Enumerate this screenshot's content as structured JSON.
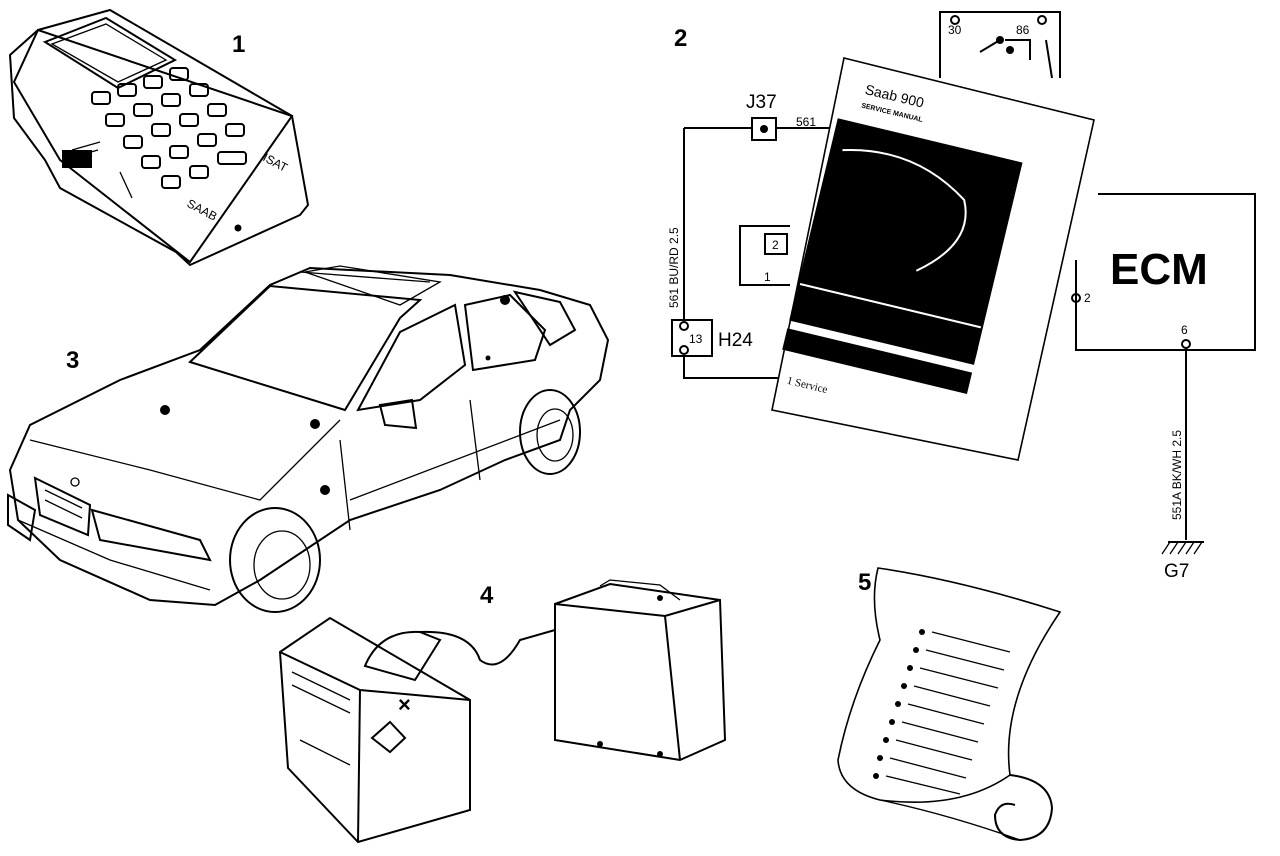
{
  "callouts": {
    "c1": "1",
    "c2": "2",
    "c3": "3",
    "c4": "4",
    "c5": "5"
  },
  "tester": {
    "screen_brand": "SAAB",
    "model": "ISAT"
  },
  "wiring": {
    "connector_j37": "J37",
    "wire_561": "561",
    "wire_561_vertical": "561 BU/RD 2.5",
    "connector_h24": "H24",
    "pin_13": "13",
    "pin_2": "2",
    "pin_1": "1",
    "relay_30": "30",
    "relay_86": "86",
    "ecm_label": "ECM",
    "ecm_pin_2": "2",
    "ecm_pin_6": "6",
    "wire_551a": "551A BK/WH 2.5",
    "ground_g7": "G7"
  },
  "manual": {
    "title": "Saab 900",
    "subtitle": "SERVICE MANUAL",
    "section": "1 Service"
  }
}
